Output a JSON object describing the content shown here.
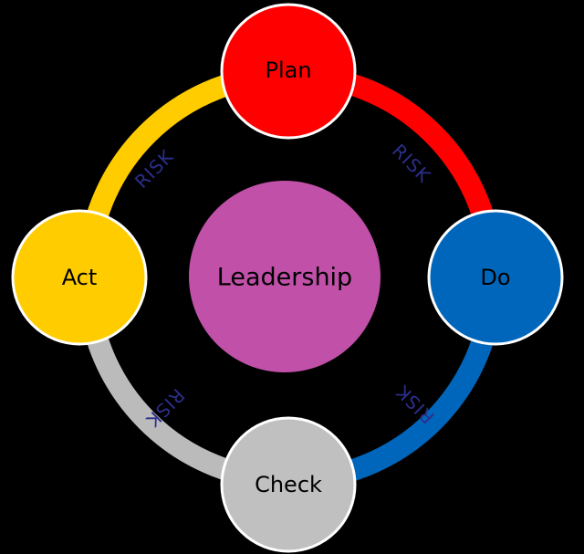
{
  "diagram": {
    "center": {
      "label": "Leadership",
      "color": "#C050A8"
    },
    "nodes": {
      "plan": {
        "label": "Plan",
        "color": "#FF0000"
      },
      "do": {
        "label": "Do",
        "color": "#0066BB"
      },
      "check": {
        "label": "Check",
        "color": "#C0C0C0"
      },
      "act": {
        "label": "Act",
        "color": "#FFCC00"
      }
    },
    "arcs": {
      "plan_to_do": {
        "label": "RISK",
        "color": "#FF0000"
      },
      "do_to_check": {
        "label": "RISK",
        "color": "#0066BB"
      },
      "check_to_act": {
        "label": "RISK",
        "color": "#BBBBBB"
      },
      "act_to_plan": {
        "label": "RISK",
        "color": "#FFCC00"
      }
    },
    "risk_text_color": "#2B2E8A",
    "node_border_color": "#FFFFFF"
  }
}
